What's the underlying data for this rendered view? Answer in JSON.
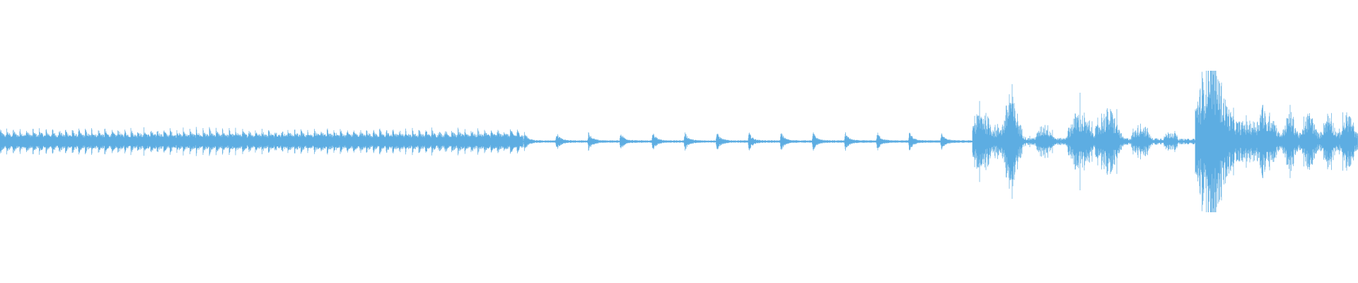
{
  "waveform": {
    "color": "#5dade2",
    "background": "#ffffff",
    "sections": [
      {
        "name": "dense-pulse-train",
        "style": "dense",
        "peak_amplitude": 0.1,
        "pulse_count": 80
      },
      {
        "name": "sparse-pulse-train",
        "style": "sparse",
        "peak_amplitude": 0.07,
        "pulse_count": 14
      },
      {
        "name": "noisy-burst-1",
        "style": "burst",
        "peak_amplitude": 0.32
      },
      {
        "name": "quiet-gap",
        "style": "quiet",
        "peak_amplitude": 0.02
      },
      {
        "name": "loud-burst",
        "style": "burst",
        "peak_amplitude": 1.0
      },
      {
        "name": "tail",
        "style": "burst",
        "peak_amplitude": 0.3
      }
    ]
  }
}
